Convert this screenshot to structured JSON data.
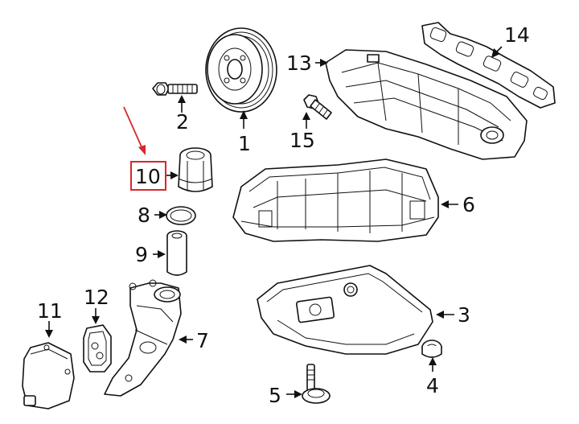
{
  "diagram": {
    "callouts": [
      {
        "id": "1",
        "label": "1"
      },
      {
        "id": "2",
        "label": "2"
      },
      {
        "id": "3",
        "label": "3"
      },
      {
        "id": "4",
        "label": "4"
      },
      {
        "id": "5",
        "label": "5"
      },
      {
        "id": "6",
        "label": "6"
      },
      {
        "id": "7",
        "label": "7"
      },
      {
        "id": "8",
        "label": "8"
      },
      {
        "id": "9",
        "label": "9"
      },
      {
        "id": "10",
        "label": "10"
      },
      {
        "id": "11",
        "label": "11"
      },
      {
        "id": "12",
        "label": "12"
      },
      {
        "id": "13",
        "label": "13"
      },
      {
        "id": "14",
        "label": "14"
      },
      {
        "id": "15",
        "label": "15"
      }
    ],
    "highlighted_callout": "10",
    "highlight_color": "#d9262b",
    "line_color": "#111111"
  }
}
